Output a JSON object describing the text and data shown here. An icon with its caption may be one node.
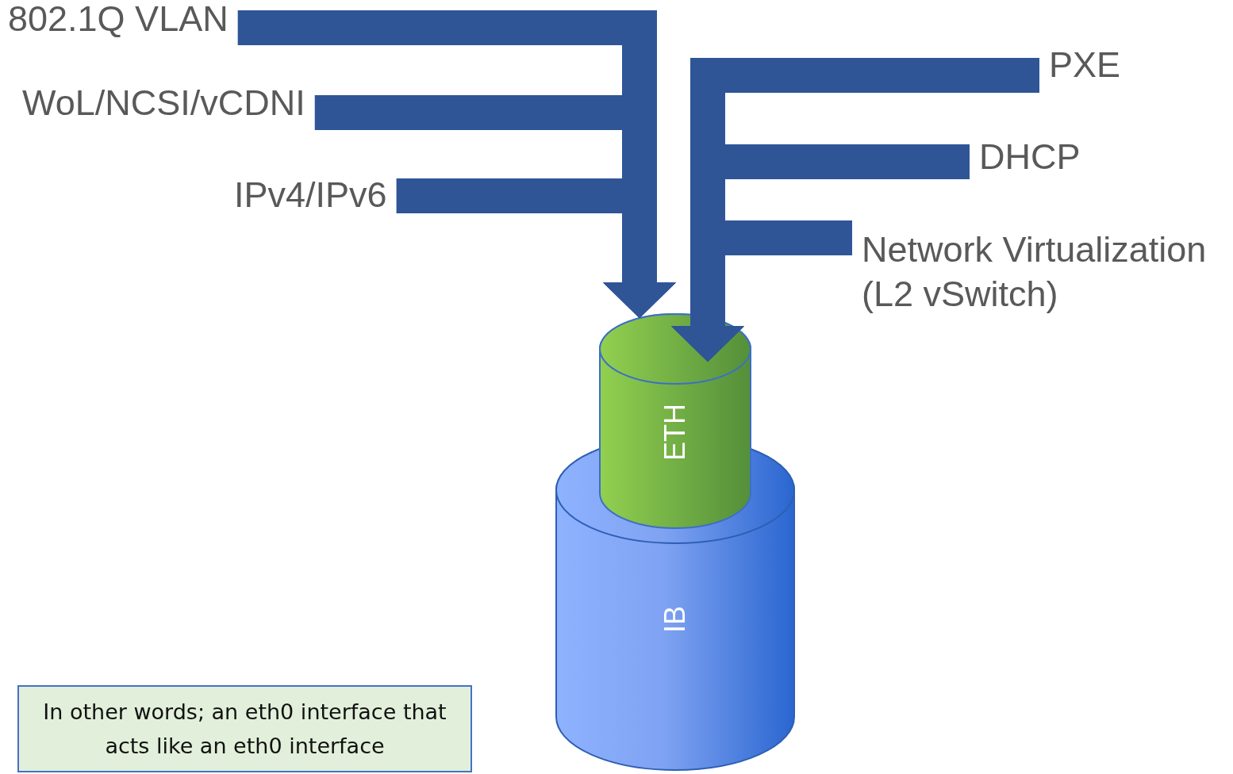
{
  "diagram": {
    "nodes": [
      {
        "text": [
          "802.1Q VLAN"
        ]
      },
      {
        "text": [
          "WoL/NCSI/vCDNI"
        ]
      },
      {
        "text": [
          "IPv4/IPv6"
        ]
      },
      {
        "text": [
          "PXE"
        ]
      },
      {
        "text": [
          "DHCP"
        ]
      },
      {
        "text": [
          "Network Virtualization (L2 vSwitch)"
        ]
      },
      {
        "text": [
          "IB"
        ]
      },
      {
        "text": [
          "ETH"
        ]
      },
      {
        "text": [
          "In other words; an eth0 interface that acts like an eth0 interface"
        ]
      }
    ],
    "edges": [
      {
        "from": 0,
        "to": 7,
        "arrow": "to"
      },
      {
        "from": 1,
        "to": 7,
        "arrow": "to"
      },
      {
        "from": 2,
        "to": 7,
        "arrow": "to"
      },
      {
        "from": 3,
        "to": 7,
        "arrow": "to"
      },
      {
        "from": 4,
        "to": 7,
        "arrow": "to"
      },
      {
        "from": 5,
        "to": 7,
        "arrow": "to"
      }
    ]
  }
}
